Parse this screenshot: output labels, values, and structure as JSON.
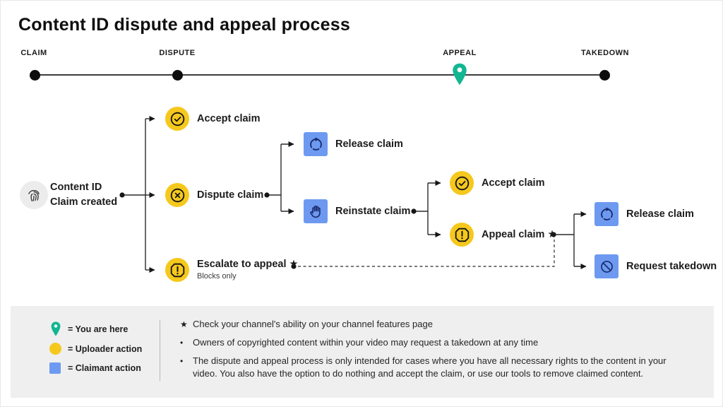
{
  "title": "Content ID dispute and appeal process",
  "timeline": {
    "stages": [
      {
        "label": "CLAIM"
      },
      {
        "label": "DISPUTE"
      },
      {
        "label": "APPEAL"
      },
      {
        "label": "TAKEDOWN"
      }
    ],
    "current_stage": "APPEAL"
  },
  "flow": {
    "source": {
      "label": "Content ID\nClaim created",
      "icon": "fingerprint-icon"
    },
    "nodes": [
      {
        "label": "Accept claim",
        "icon": "check-circle-icon",
        "actor": "uploader"
      },
      {
        "label": "Dispute claim",
        "icon": "x-circle-icon",
        "actor": "uploader"
      },
      {
        "label": "Escalate to appeal ★",
        "sublabel": "Blocks only",
        "icon": "alert-octagon-icon",
        "actor": "uploader"
      },
      {
        "label": "Release claim",
        "icon": "refresh-icon",
        "actor": "claimant"
      },
      {
        "label": "Reinstate claim",
        "icon": "hand-icon",
        "actor": "claimant"
      },
      {
        "label": "Accept claim",
        "icon": "check-circle-icon",
        "actor": "uploader"
      },
      {
        "label": "Appeal claim ★",
        "icon": "alert-octagon-icon",
        "actor": "uploader"
      },
      {
        "label": "Release claim",
        "icon": "refresh-icon",
        "actor": "claimant"
      },
      {
        "label": "Request takedown",
        "icon": "block-icon",
        "actor": "claimant"
      }
    ]
  },
  "legend": {
    "items": [
      {
        "icon": "location-pin-icon",
        "label": "= You are here"
      },
      {
        "icon": "yellow-circle-swatch",
        "label": "= Uploader action"
      },
      {
        "icon": "blue-square-swatch",
        "label": "= Claimant action"
      }
    ]
  },
  "notes": [
    {
      "bullet": "★",
      "text": "Check your channel's ability on your channel features page"
    },
    {
      "bullet": "•",
      "text": "Owners of copyrighted content within your video may request a takedown at any time"
    },
    {
      "bullet": "•",
      "text": "The dispute and appeal process is only intended for cases where you have all necessary rights to the content in your video. You also have the option to do nothing and accept the claim, or use our tools to remove claimed content."
    }
  ],
  "colors": {
    "uploader_yellow": "#F5C81D",
    "claimant_blue": "#6D9AF0",
    "here_teal": "#13B692",
    "icon_navy": "#1A2A6C",
    "panel_gray": "#EFEFEF",
    "line_black": "#222222"
  }
}
